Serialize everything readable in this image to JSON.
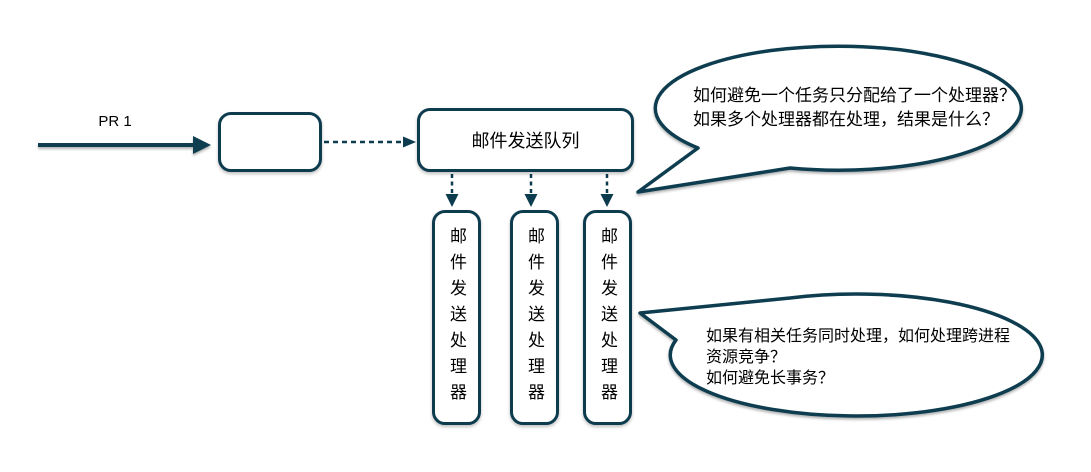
{
  "diagram": {
    "title": "email-send-queue-flow",
    "colors": {
      "stroke": "#0e3c4f",
      "text": "#000000",
      "fill": "#ffffff"
    },
    "flow": {
      "input_label": "PR 1",
      "queue_label": "邮件发送队列",
      "processors": [
        {
          "label": "邮件发送处理器"
        },
        {
          "label": "邮件发送处理器"
        },
        {
          "label": "邮件发送处理器"
        }
      ]
    },
    "callouts": {
      "top": {
        "target": "queue",
        "lines": [
          "如何避免一个任务只分配给了一个处理器？",
          "如果多个处理器都在处理，结果是什么？"
        ]
      },
      "bottom": {
        "target": "processors",
        "lines": [
          "如果有相关任务同时处理，如何处理跨进程",
          "资源竞争？",
          "如何避免长事务？"
        ]
      }
    }
  }
}
